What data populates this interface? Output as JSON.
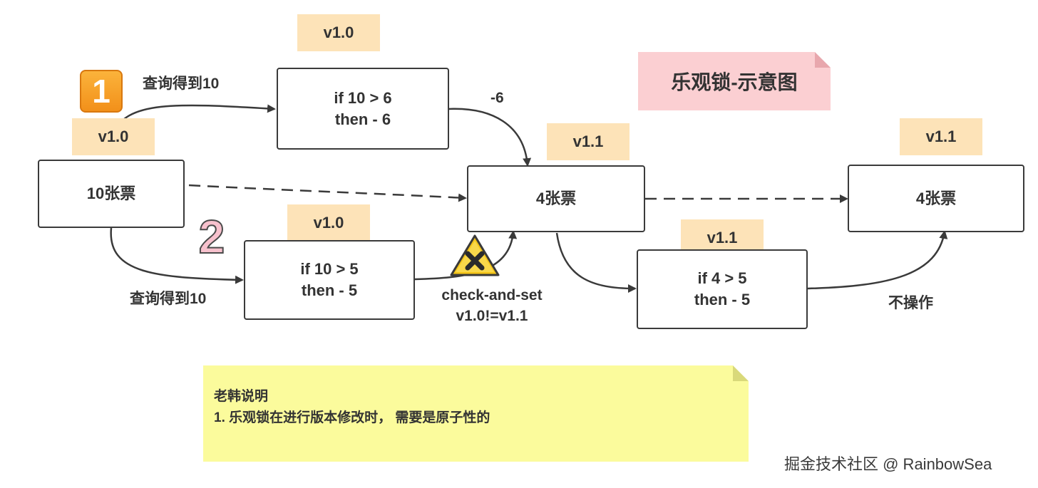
{
  "title_note": "乐观锁-示意图",
  "tickets": {
    "start": "10张票",
    "middle": "4张票",
    "end": "4张票"
  },
  "versions": {
    "top_box": "v1.0",
    "start_box": "v1.0",
    "bottom_box": "v1.0",
    "middle_box": "v1.1",
    "right_bottom_box": "v1.1",
    "end_box": "v1.1"
  },
  "conditions": {
    "top": {
      "line1": "if 10 > 6",
      "line2": "then - 6"
    },
    "bottom": {
      "line1": "if 10 > 5",
      "line2": "then - 5"
    },
    "right": {
      "line1": "if 4 > 5",
      "line2": "then - 5"
    }
  },
  "labels": {
    "query_top": "查询得到10",
    "query_bottom": "查询得到10",
    "minus6": "-6",
    "check_line1": "check-and-set",
    "check_line2": "v1.0!=v1.1",
    "no_op": "不操作"
  },
  "badges": {
    "one": "1",
    "two": "2"
  },
  "memo": {
    "title": "老韩说明",
    "line1": "1. 乐观锁在进行版本修改时， 需要是原子性的"
  },
  "watermark": "掘金技术社区 @ RainbowSea",
  "colors": {
    "version_tag": "#fde3b8",
    "title_note": "#fbcfd2",
    "memo_note": "#fbfb9c",
    "badge_one": "#f59c22",
    "warning": "#f5c518",
    "stroke": "#3a3a3a"
  },
  "icons": [
    "number-one-badge",
    "number-two-badge",
    "warning-x-icon"
  ]
}
